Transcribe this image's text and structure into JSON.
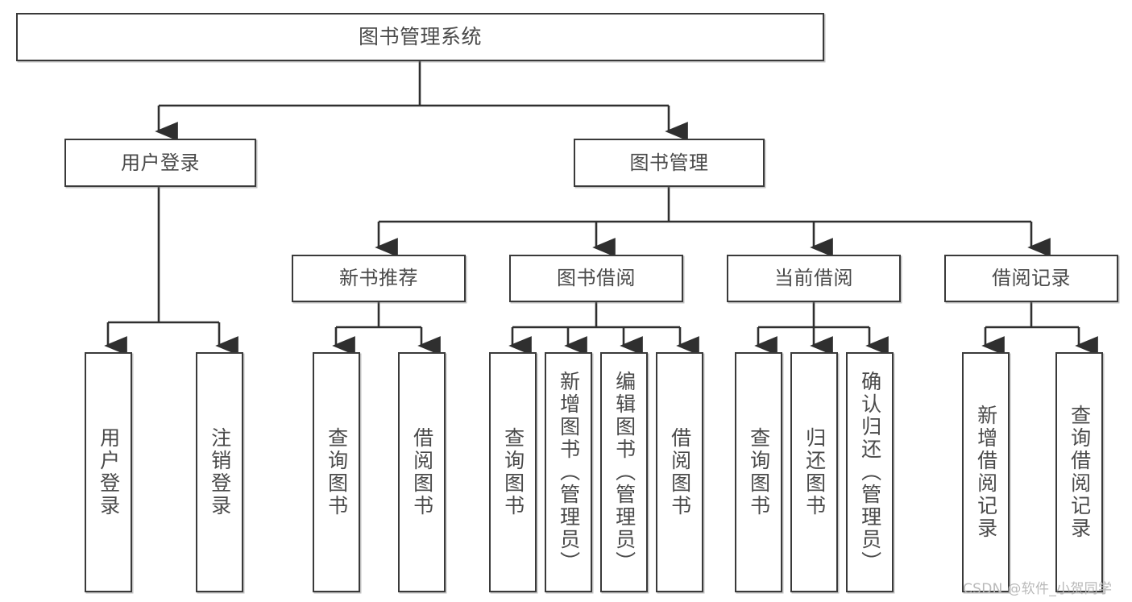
{
  "diagram": {
    "title": "图书管理系统",
    "type": "tree-hierarchy-chart",
    "colors": {
      "box_border": "#3a3a3a",
      "box_fill": "#ffffff",
      "text": "#4a4a4a",
      "connector": "#2f2f2f",
      "watermark": "#b9b9b9"
    },
    "levels": {
      "level1": [
        {
          "id": "root",
          "label": "图书管理系统"
        }
      ],
      "level2": [
        {
          "id": "user-login",
          "label": "用户登录"
        },
        {
          "id": "book-manage",
          "label": "图书管理"
        }
      ],
      "level3": [
        {
          "id": "new-book-rec",
          "label": "新书推荐"
        },
        {
          "id": "book-borrow",
          "label": "图书借阅"
        },
        {
          "id": "current-borrow",
          "label": "当前借阅"
        },
        {
          "id": "borrow-record",
          "label": "借阅记录"
        }
      ],
      "level4": [
        {
          "id": "leaf-user-login",
          "label": "用户登录",
          "parent": "user-login"
        },
        {
          "id": "leaf-logout-login",
          "label": "注销登录",
          "parent": "user-login"
        },
        {
          "id": "leaf-query-book-1",
          "label": "查询图书",
          "parent": "new-book-rec"
        },
        {
          "id": "leaf-borrow-book-1",
          "label": "借阅图书",
          "parent": "new-book-rec"
        },
        {
          "id": "leaf-query-book-2",
          "label": "查询图书",
          "parent": "book-borrow"
        },
        {
          "id": "leaf-add-book",
          "label": "新增图书（管理员）",
          "parent": "book-borrow"
        },
        {
          "id": "leaf-edit-book",
          "label": "编辑图书（管理员）",
          "parent": "book-borrow"
        },
        {
          "id": "leaf-borrow-book-2",
          "label": "借阅图书",
          "parent": "book-borrow"
        },
        {
          "id": "leaf-query-book-3",
          "label": "查询图书",
          "parent": "current-borrow"
        },
        {
          "id": "leaf-return-book",
          "label": "归还图书",
          "parent": "current-borrow"
        },
        {
          "id": "leaf-confirm-return",
          "label": "确认归还（管理员）",
          "parent": "current-borrow"
        },
        {
          "id": "leaf-add-record",
          "label": "新增借阅记录",
          "parent": "borrow-record"
        },
        {
          "id": "leaf-query-record",
          "label": "查询借阅记录",
          "parent": "borrow-record"
        }
      ]
    }
  },
  "watermark": {
    "text": "CSDN @软件_小贺同学"
  }
}
